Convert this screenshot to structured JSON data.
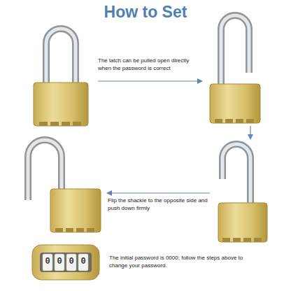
{
  "diagram": {
    "title": "How to Set",
    "labels": [
      "The latch can be pulled open directly when the password is correct",
      "Flip the shackle to the opposite side and push down firmly",
      "The initial password is 0000; follow the steps above to change your password.",
      "0",
      "0",
      "0",
      "0"
    ]
  }
}
